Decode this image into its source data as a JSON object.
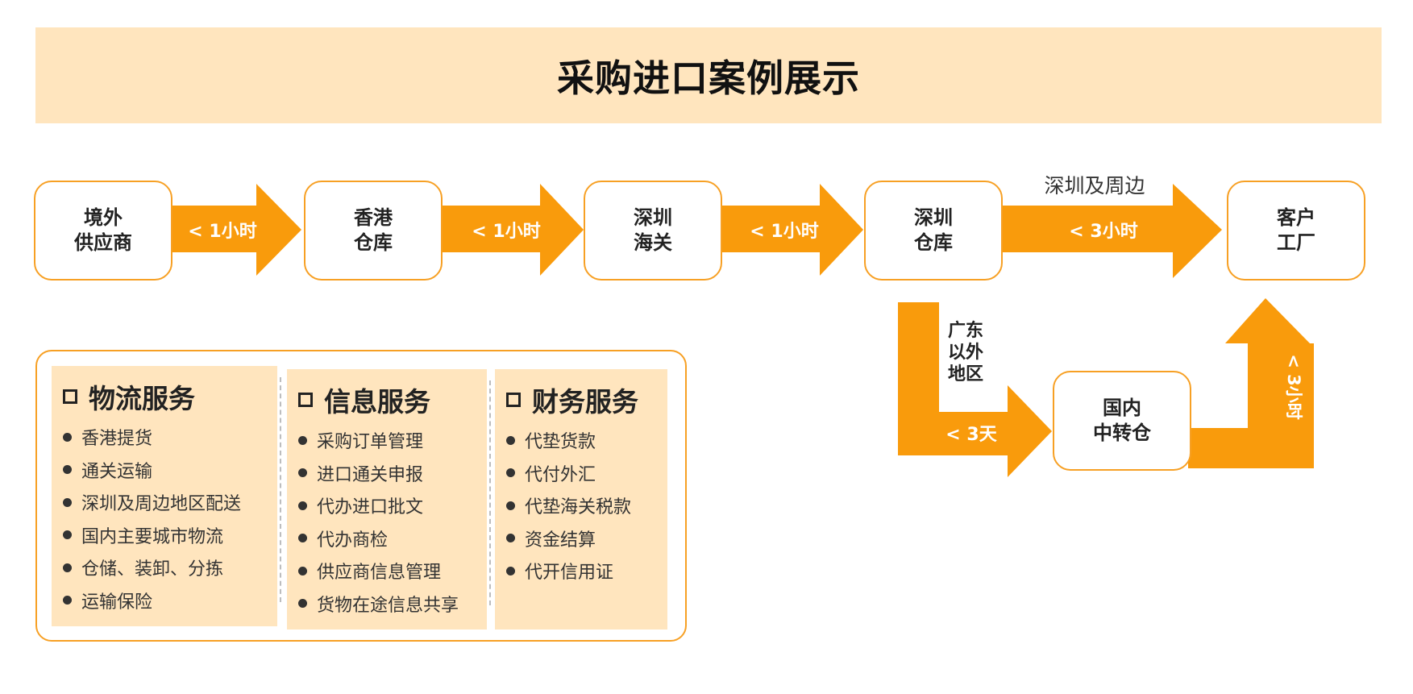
{
  "title": "采购进口案例展示",
  "nodes": {
    "overseas_supplier": [
      "境外",
      "供应商"
    ],
    "hk_warehouse": [
      "香港",
      "仓库"
    ],
    "sz_customs": [
      "深圳",
      "海关"
    ],
    "sz_warehouse": [
      "深圳",
      "仓库"
    ],
    "customer_factory": [
      "客户",
      "工厂"
    ],
    "domestic_transit": [
      "国内",
      "中转仓"
    ]
  },
  "arrows": {
    "a1": "< 1小时",
    "a2": "< 1小时",
    "a3": "< 1小时",
    "a4": "< 3小时",
    "a4_caption": "深圳及周边",
    "down_region": [
      "广东",
      "以外",
      "地区"
    ],
    "down_time": "< 3天",
    "up_time": "< 3小时"
  },
  "services": [
    {
      "title": "物流服务",
      "items": [
        "香港提货",
        "通关运输",
        "深圳及周边地区配送",
        "国内主要城市物流",
        "仓储、装卸、分拣",
        "运输保险"
      ]
    },
    {
      "title": "信息服务",
      "items": [
        "采购订单管理",
        "进口通关申报",
        "代办进口批文",
        "代办商检",
        "供应商信息管理",
        "货物在途信息共享"
      ]
    },
    {
      "title": "财务服务",
      "items": [
        "代垫货款",
        "代付外汇",
        "代垫海关税款",
        "资金结算",
        "代开信用证"
      ]
    }
  ],
  "colors": {
    "accent": "#F99B0C",
    "banner": "#FFE5BE",
    "border": "#F7A024"
  }
}
